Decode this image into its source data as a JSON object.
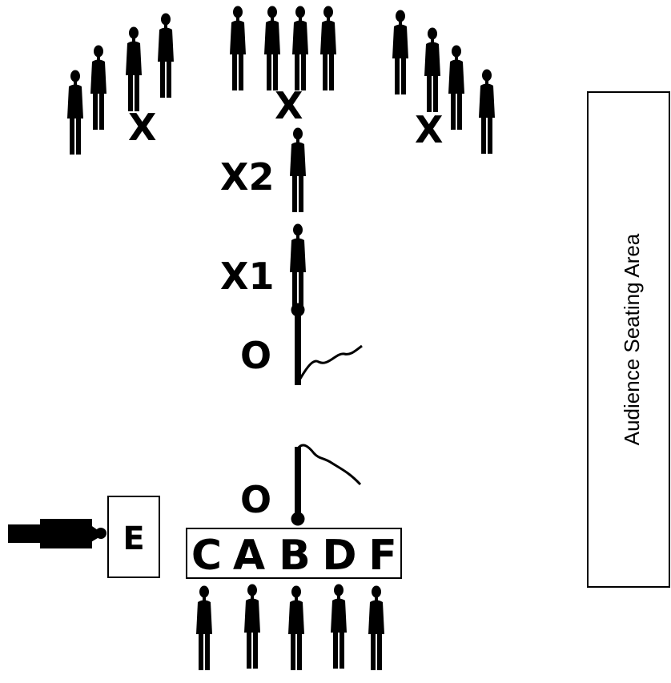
{
  "colors": {
    "ink": "#000000",
    "background": "#ffffff"
  },
  "icons": {
    "person": "person-icon",
    "microphone": "microphone-icon",
    "camera": "camera-icon"
  },
  "labels": {
    "group_left": "X",
    "group_center": "X",
    "group_right": "X",
    "x2": "X2",
    "x1": "X1",
    "mic_upper": "O",
    "mic_lower": "O",
    "easel": "E",
    "panel_letters": [
      "C",
      "A",
      "B",
      "D",
      "F"
    ],
    "audience": "Audience Seating Area"
  }
}
